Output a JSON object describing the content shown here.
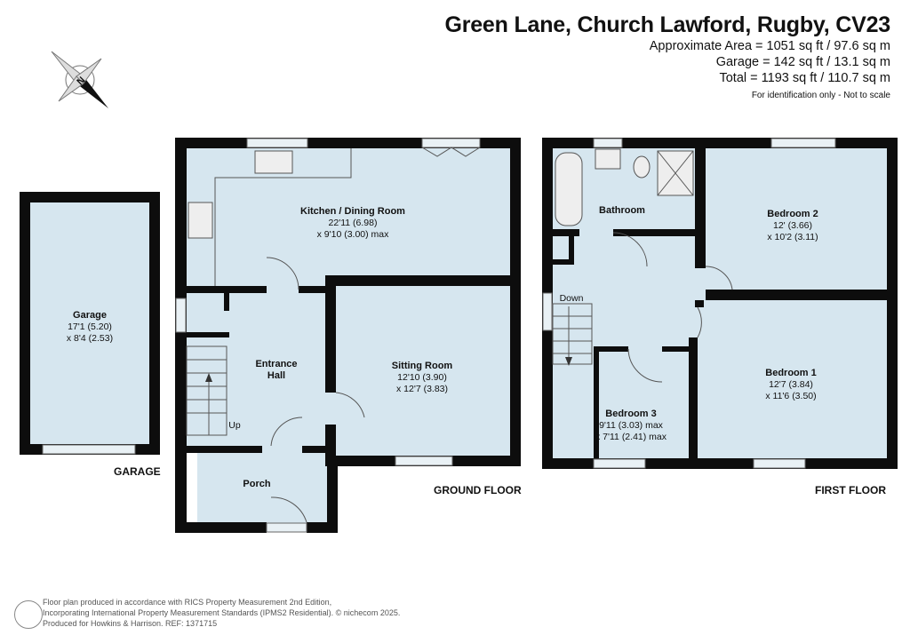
{
  "header": {
    "title": "Green Lane, Church Lawford, Rugby, CV23",
    "approx_area": "Approximate Area = 1051 sq ft / 97.6 sq m",
    "garage_area": "Garage = 142 sq ft / 13.1 sq m",
    "total_area": "Total = 1193 sq ft / 110.7 sq m",
    "note": "For identification only - Not to scale"
  },
  "compass": {
    "label": "N"
  },
  "garage": {
    "floor_label": "GARAGE",
    "rooms": [
      {
        "name": "Garage",
        "dim1": "17'1 (5.20)",
        "dim2": "x 8'4 (2.53)"
      }
    ]
  },
  "ground_floor": {
    "floor_label": "GROUND FLOOR",
    "rooms": [
      {
        "name": "Kitchen / Dining Room",
        "dim1": "22'11 (6.98)",
        "dim2": "x 9'10 (3.00) max"
      },
      {
        "name": "Sitting Room",
        "dim1": "12'10 (3.90)",
        "dim2": "x 12'7 (3.83)"
      },
      {
        "name": "Entrance",
        "name2": "Hall"
      },
      {
        "name": "Porch"
      }
    ],
    "stairs_label": "Up"
  },
  "first_floor": {
    "floor_label": "FIRST FLOOR",
    "rooms": [
      {
        "name": "Bathroom"
      },
      {
        "name": "Bedroom 2",
        "dim1": "12' (3.66)",
        "dim2": "x 10'2 (3.11)"
      },
      {
        "name": "Bedroom 1",
        "dim1": "12'7 (3.84)",
        "dim2": "x 11'6 (3.50)"
      },
      {
        "name": "Bedroom 3",
        "dim1": "9'11 (3.03) max",
        "dim2": "x 7'11 (2.41) max"
      }
    ],
    "stairs_label": "Down"
  },
  "footer": {
    "line1": "Floor plan produced in accordance with RICS Property Measurement 2nd Edition,",
    "line2": "Incorporating International Property Measurement Standards (IPMS2 Residential).   © nichecom 2025.",
    "line3": "Produced for Howkins & Harrison.   REF:  1371715"
  }
}
